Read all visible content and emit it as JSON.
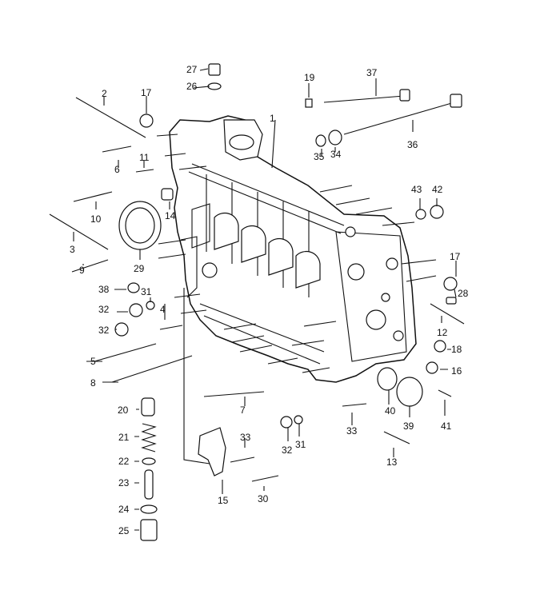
{
  "diagram": {
    "background": "#ffffff",
    "ink": "#111111",
    "callouts": [
      {
        "id": "c27",
        "label": "27"
      },
      {
        "id": "c26",
        "label": "26"
      },
      {
        "id": "c19",
        "label": "19"
      },
      {
        "id": "c37",
        "label": "37"
      },
      {
        "id": "c2",
        "label": "2"
      },
      {
        "id": "c17a",
        "label": "17"
      },
      {
        "id": "c1",
        "label": "1"
      },
      {
        "id": "c35",
        "label": "35"
      },
      {
        "id": "c34",
        "label": "34"
      },
      {
        "id": "c36",
        "label": "36"
      },
      {
        "id": "c6",
        "label": "6"
      },
      {
        "id": "c11",
        "label": "11"
      },
      {
        "id": "c43",
        "label": "43"
      },
      {
        "id": "c42",
        "label": "42"
      },
      {
        "id": "c10",
        "label": "10"
      },
      {
        "id": "c14",
        "label": "14"
      },
      {
        "id": "c3",
        "label": "3"
      },
      {
        "id": "c29",
        "label": "29"
      },
      {
        "id": "c9",
        "label": "9"
      },
      {
        "id": "c17b",
        "label": "17"
      },
      {
        "id": "c28",
        "label": "28"
      },
      {
        "id": "c38",
        "label": "38"
      },
      {
        "id": "c31a",
        "label": "31"
      },
      {
        "id": "c32a",
        "label": "32"
      },
      {
        "id": "c4",
        "label": "4"
      },
      {
        "id": "c32b",
        "label": "32"
      },
      {
        "id": "c12",
        "label": "12"
      },
      {
        "id": "c18",
        "label": "18"
      },
      {
        "id": "c5",
        "label": "5"
      },
      {
        "id": "c16",
        "label": "16"
      },
      {
        "id": "c8",
        "label": "8"
      },
      {
        "id": "c7",
        "label": "7"
      },
      {
        "id": "c40",
        "label": "40"
      },
      {
        "id": "c39",
        "label": "39"
      },
      {
        "id": "c41",
        "label": "41"
      },
      {
        "id": "c20",
        "label": "20"
      },
      {
        "id": "c21",
        "label": "21"
      },
      {
        "id": "c33a",
        "label": "33"
      },
      {
        "id": "c32c",
        "label": "32"
      },
      {
        "id": "c31b",
        "label": "31"
      },
      {
        "id": "c33b",
        "label": "33"
      },
      {
        "id": "c13",
        "label": "13"
      },
      {
        "id": "c22",
        "label": "22"
      },
      {
        "id": "c23",
        "label": "23"
      },
      {
        "id": "c15",
        "label": "15"
      },
      {
        "id": "c30",
        "label": "30"
      },
      {
        "id": "c24",
        "label": "24"
      },
      {
        "id": "c25",
        "label": "25"
      }
    ]
  }
}
